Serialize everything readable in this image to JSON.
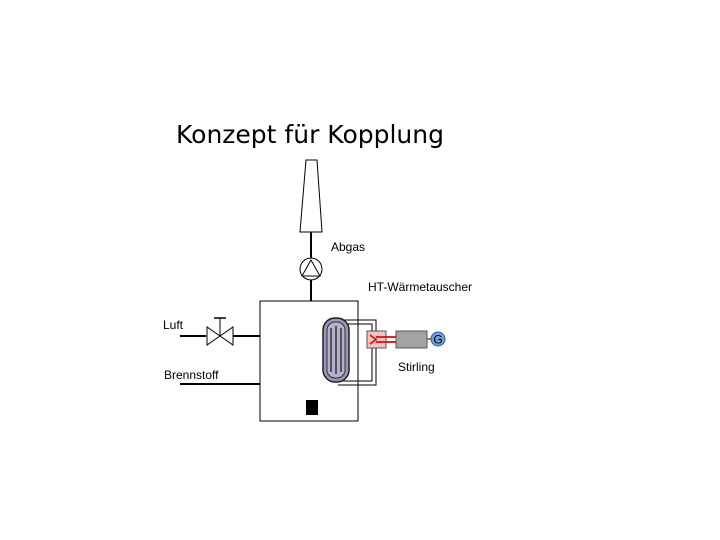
{
  "title": "Konzept für Kopplung",
  "labels": {
    "abgas": "Abgas",
    "ht_waermetauscher": "HT-Wärmetauscher",
    "luft": "Luft",
    "brennstoff": "Brennstoff",
    "stirling": "Stirling",
    "generator": "G"
  },
  "colors": {
    "heat_exchanger_fill": "#9c93b8",
    "heater_fill": "#f3c4c1",
    "heater_line": "#e0231c",
    "stirling_body": "#a3a3a3",
    "generator_fill": "#6f9fd8"
  }
}
